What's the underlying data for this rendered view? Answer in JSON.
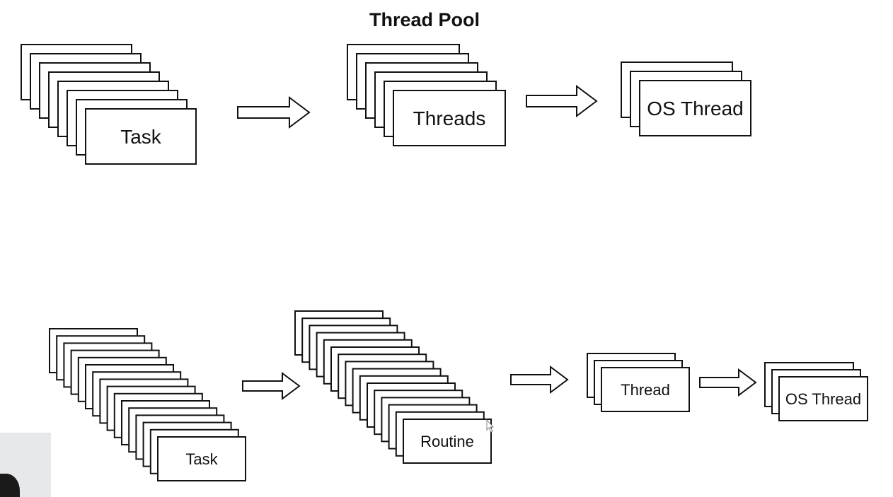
{
  "title": "Thread Pool",
  "top_flow": {
    "task_label": "Task",
    "threads_label": "Threads",
    "os_thread_label": "OS Thread"
  },
  "bottom_flow": {
    "task_label": "Task",
    "routine_label": "Routine",
    "thread_label": "Thread",
    "os_thread_label": "OS Thread"
  },
  "colors": {
    "stroke": "#111111",
    "card_fill": "#ffffff",
    "background": "#ffffff"
  }
}
